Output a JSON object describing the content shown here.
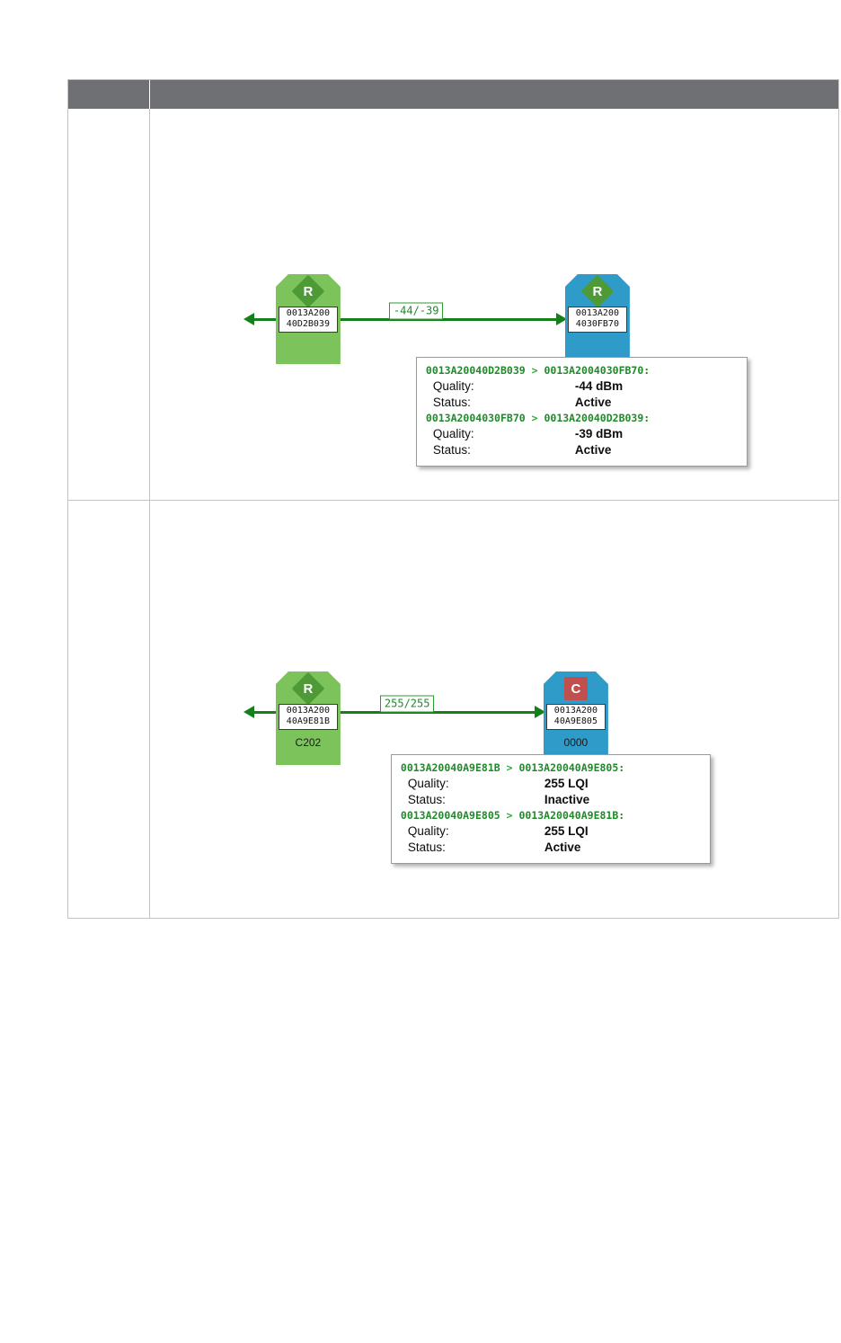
{
  "table": {
    "header": {
      "col1": "",
      "col2": ""
    }
  },
  "figures": [
    {
      "id": "router-to-router",
      "left_node": {
        "type": "router",
        "badge": "R",
        "badge_name": "router-badge",
        "color": "#7cc35c",
        "addr_lines": [
          "0013A200",
          "40D2B039"
        ],
        "sub_label": ""
      },
      "right_node": {
        "type": "router",
        "badge": "R",
        "badge_name": "router-badge",
        "color": "#2e9bc9",
        "addr_lines": [
          "0013A200",
          "4030FB70"
        ],
        "sub_label": ""
      },
      "link_label": "-44/-39",
      "tooltip": {
        "blocks": [
          {
            "from": "0013A20040D2B039",
            "arrow": ">",
            "to": "0013A2004030FB70:",
            "rows": [
              {
                "key": "Quality:",
                "value": "-44 dBm"
              },
              {
                "key": "Status:",
                "value": "Active"
              }
            ]
          },
          {
            "from": "0013A2004030FB70",
            "arrow": ">",
            "to": "0013A20040D2B039:",
            "rows": [
              {
                "key": "Quality:",
                "value": "-39 dBm"
              },
              {
                "key": "Status:",
                "value": "Active"
              }
            ]
          }
        ]
      }
    },
    {
      "id": "router-to-coordinator",
      "left_node": {
        "type": "router",
        "badge": "R",
        "badge_name": "router-badge",
        "color": "#7cc35c",
        "addr_lines": [
          "0013A200",
          "40A9E81B"
        ],
        "sub_label": "C202"
      },
      "right_node": {
        "type": "coordinator",
        "badge": "C",
        "badge_name": "coordinator-badge",
        "color": "#2e9bc9",
        "addr_lines": [
          "0013A200",
          "40A9E805"
        ],
        "sub_label": "0000"
      },
      "link_label": "255/255",
      "tooltip": {
        "blocks": [
          {
            "from": "0013A20040A9E81B",
            "arrow": ">",
            "to": "0013A20040A9E805:",
            "rows": [
              {
                "key": "Quality:",
                "value": "255 LQI"
              },
              {
                "key": "Status:",
                "value": "Inactive"
              }
            ]
          },
          {
            "from": "0013A20040A9E805",
            "arrow": ">",
            "to": "0013A20040A9E81B:",
            "rows": [
              {
                "key": "Quality:",
                "value": "255 LQI"
              },
              {
                "key": "Status:",
                "value": "Active"
              }
            ]
          }
        ]
      }
    }
  ],
  "colors": {
    "header_gray": "#6e7073",
    "router_green": "#7cc35c",
    "node_blue": "#2e9bc9",
    "badge_router_green": "#4e9a36",
    "badge_coordinator_red": "#c0504d",
    "link_green": "#13801a",
    "label_green": "#1f8a2a",
    "table_border": "#c3c3c3"
  }
}
